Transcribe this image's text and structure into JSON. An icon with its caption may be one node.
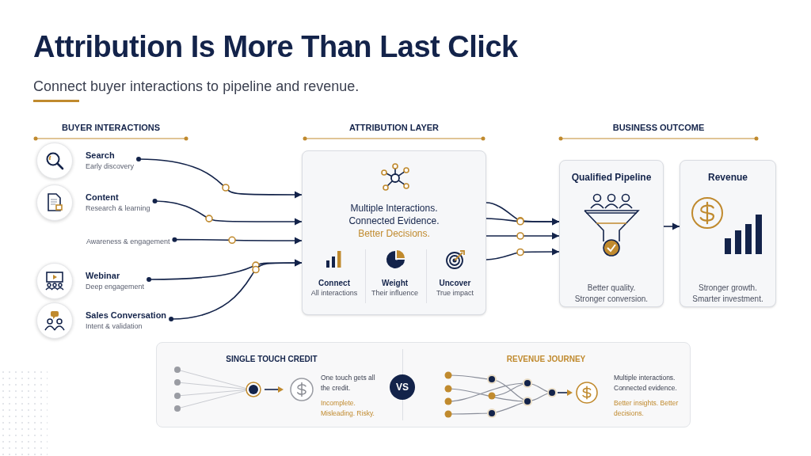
{
  "diagram": {
    "title": "Attribution Is More Than Last Click",
    "nodes": [
      {
        "text": [
          "Search",
          "Early discovery"
        ]
      },
      {
        "text": [
          "Content",
          "Research & learning"
        ]
      },
      {
        "text": [
          "Awareness & engagement"
        ]
      },
      {
        "text": [
          "Webinar",
          "Deep engagement"
        ]
      },
      {
        "text": [
          "Sales Conversation",
          "Intent & validation"
        ]
      },
      {
        "text": [
          "Multiple Interactions. Connected Evidence.",
          "Better Decisions."
        ]
      },
      {
        "text": [
          "Connect",
          "All interactions"
        ],
        "in": 5
      },
      {
        "text": [
          "Weight",
          "Their influence"
        ],
        "in": 5
      },
      {
        "text": [
          "Uncover",
          "True impact"
        ],
        "in": 5
      },
      {
        "text": [
          "Qualified Pipeline",
          "Better quality. Stronger conversion."
        ]
      },
      {
        "text": [
          "Revenue",
          "Stronger growth. Smarter investment."
        ]
      },
      {
        "text": [],
        "shape": "box"
      },
      {
        "text": [
          "SINGLE TOUCH CREDIT",
          "One touch gets all the credit.",
          "Incomplete. Misleading. Risky."
        ],
        "in": 11
      },
      {
        "text": [
          "VS"
        ],
        "in": 11
      },
      {
        "text": [
          "REVENUE JOURNEY",
          "Multiple interactions. Connected evidence.",
          "Better insights. Better decisions."
        ],
        "in": 11
      }
    ],
    "edges": [
      {
        "from": 0,
        "to": 5,
        "arrow": "to"
      },
      {
        "from": 1,
        "to": 5,
        "arrow": "to"
      },
      {
        "from": 2,
        "to": 5,
        "arrow": "to"
      },
      {
        "from": 3,
        "to": 5,
        "arrow": "to"
      },
      {
        "from": 4,
        "to": 5,
        "arrow": "to"
      },
      {
        "from": 5,
        "to": 9,
        "arrow": "to"
      },
      {
        "from": 5,
        "to": 9,
        "arrow": "to"
      },
      {
        "from": 5,
        "to": 9,
        "arrow": "to"
      },
      {
        "from": 5,
        "to": 9,
        "arrow": "to"
      },
      {
        "from": 9,
        "to": 10,
        "arrow": "to"
      }
    ],
    "labels": [
      "Connect buyer interactions to pipeline and revenue.",
      "BUYER INTERACTIONS",
      "ATTRIBUTION LAYER",
      "BUSINESS OUTCOME"
    ]
  }
}
